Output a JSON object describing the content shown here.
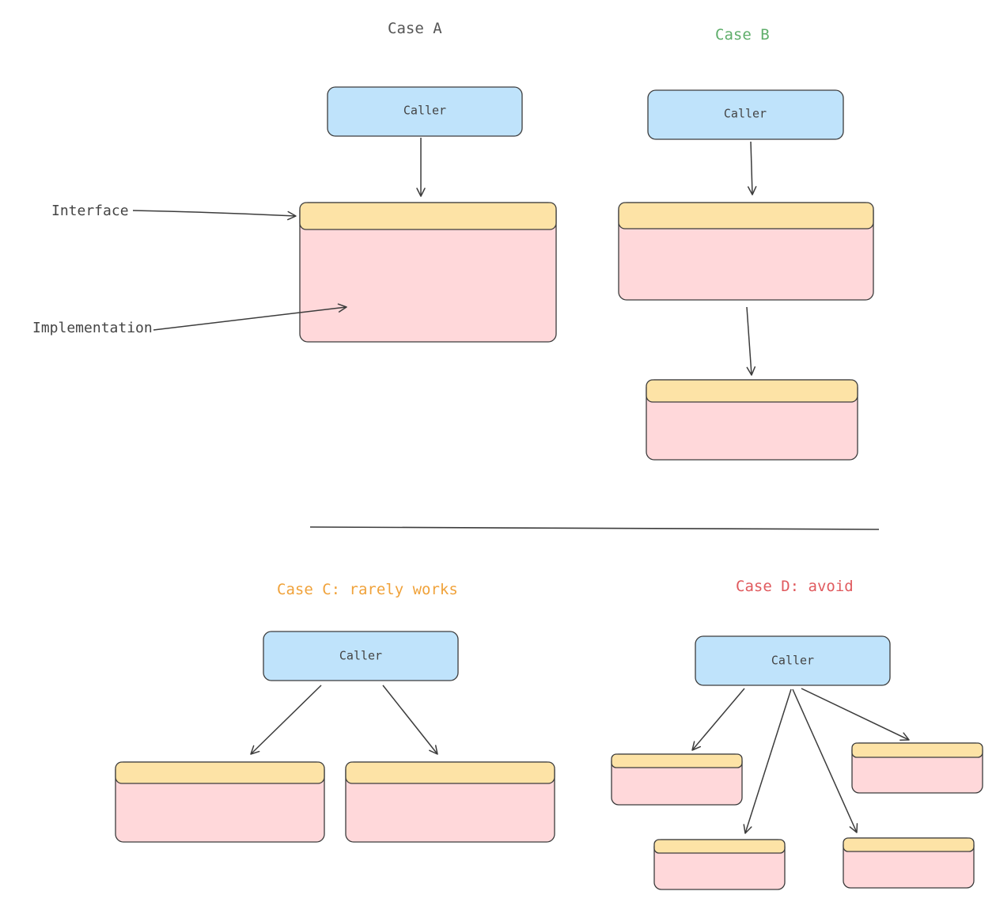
{
  "colors": {
    "caller_fill": "#bfe3fb",
    "interface_fill": "#fde3a6",
    "implementation_fill": "#ffd8da",
    "stroke": "#3c3c3c",
    "text": "#444444",
    "case_a_title": "#555555",
    "case_b_title": "#5fae6b",
    "case_c_title": "#f0a23a",
    "case_d_title": "#e05a5e"
  },
  "labels": {
    "interface": "Interface",
    "implementation": "Implementation"
  },
  "cases": {
    "a": {
      "title": "Case A",
      "caller": "Caller"
    },
    "b": {
      "title": "Case B",
      "caller": "Caller"
    },
    "c": {
      "title": "Case C: rarely works",
      "caller": "Caller"
    },
    "d": {
      "title": "Case D: avoid",
      "caller": "Caller"
    }
  }
}
